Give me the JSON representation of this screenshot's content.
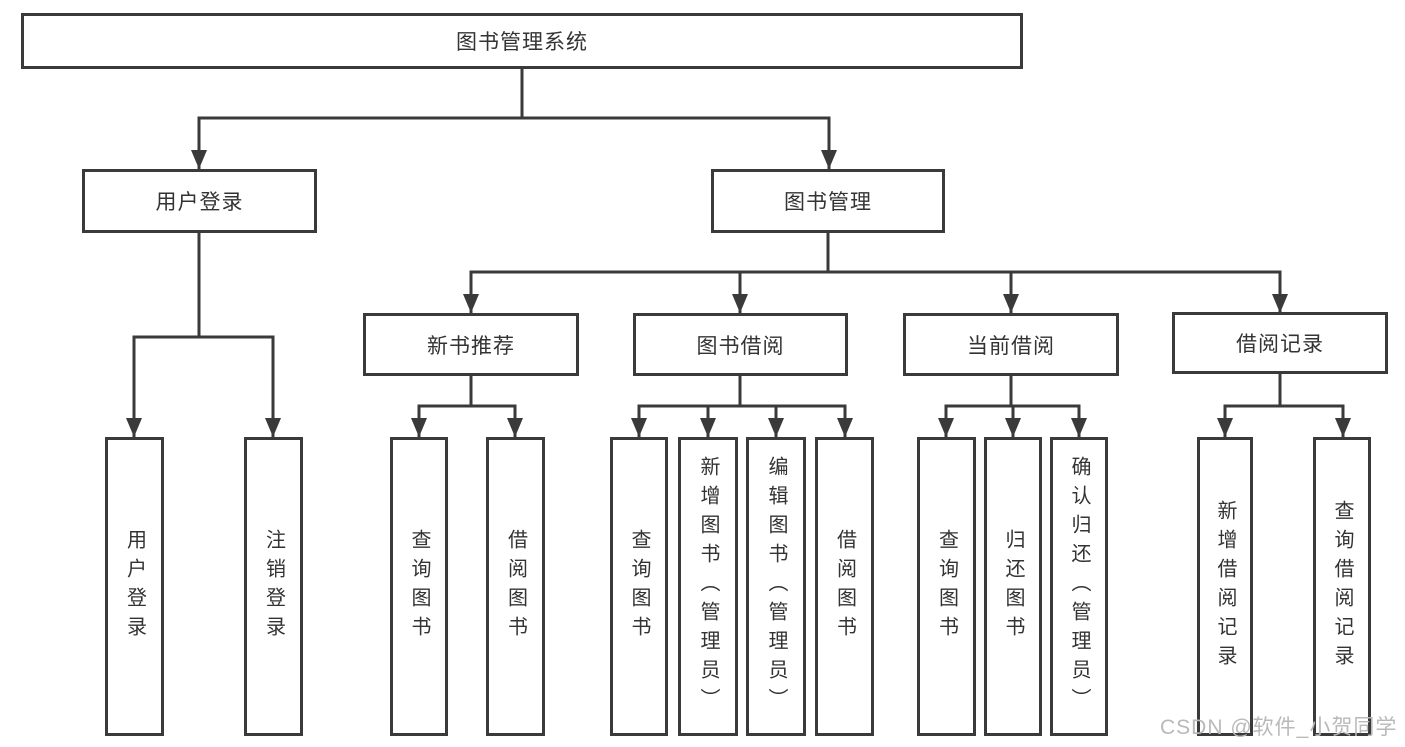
{
  "tree": {
    "root": {
      "label": "图书管理系统"
    },
    "branches": [
      {
        "label": "用户登录",
        "children": [
          {
            "label": "用户登录"
          },
          {
            "label": "注销登录"
          }
        ]
      },
      {
        "label": "图书管理",
        "children": [
          {
            "label": "新书推荐",
            "children": [
              {
                "label": "查询图书"
              },
              {
                "label": "借阅图书"
              }
            ]
          },
          {
            "label": "图书借阅",
            "children": [
              {
                "label": "查询图书"
              },
              {
                "label": "新增图书（管理员）"
              },
              {
                "label": "编辑图书（管理员）"
              },
              {
                "label": "借阅图书"
              }
            ]
          },
          {
            "label": "当前借阅",
            "children": [
              {
                "label": "查询图书"
              },
              {
                "label": "归还图书"
              },
              {
                "label": "确认归还（管理员）"
              }
            ]
          },
          {
            "label": "借阅记录",
            "children": [
              {
                "label": "新增借阅记录"
              },
              {
                "label": "查询借阅记录"
              }
            ]
          }
        ]
      }
    ]
  },
  "watermark": {
    "text": "CSDN @软件_小贺同学"
  },
  "colors": {
    "line": "#3a3a3a",
    "text": "#333333",
    "background": "#ffffff",
    "watermark": "#b9b9b9"
  }
}
